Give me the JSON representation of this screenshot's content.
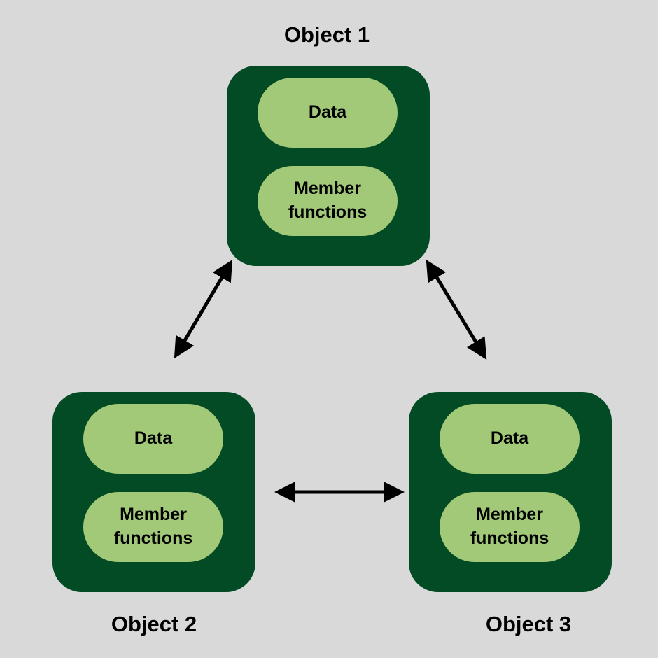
{
  "objects": [
    {
      "title": "Object 1",
      "data_label": "Data",
      "member_line1": "Member",
      "member_line2": "functions"
    },
    {
      "title": "Object 2",
      "data_label": "Data",
      "member_line1": "Member",
      "member_line2": "functions"
    },
    {
      "title": "Object 3",
      "data_label": "Data",
      "member_line1": "Member",
      "member_line2": "functions"
    }
  ],
  "colors": {
    "background": "#d9d9d9",
    "box": "#034b25",
    "pill": "#a1c977",
    "arrow": "#000000"
  }
}
